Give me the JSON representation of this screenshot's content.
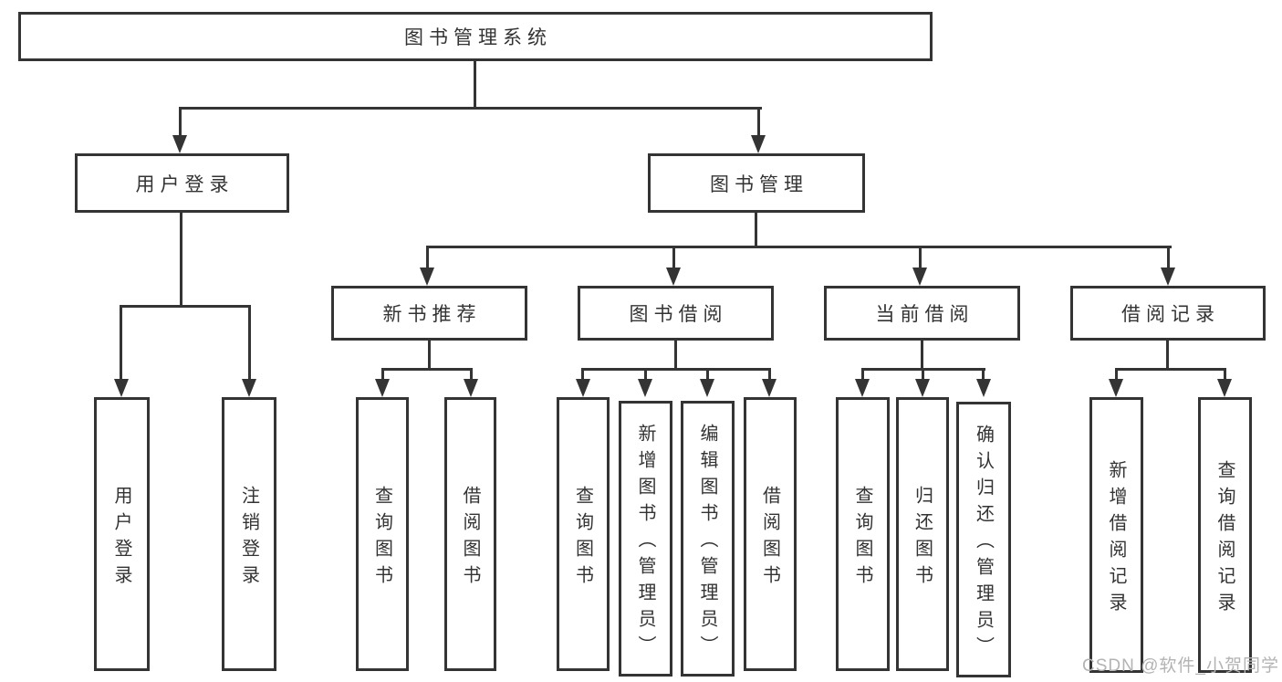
{
  "tree": {
    "root": {
      "label": "图书管理系统",
      "children": [
        {
          "label": "用户登录",
          "children": [
            {
              "label": "用户登录"
            },
            {
              "label": "注销登录"
            }
          ]
        },
        {
          "label": "图书管理",
          "children": [
            {
              "label": "新书推荐",
              "children": [
                {
                  "label": "查询图书"
                },
                {
                  "label": "借阅图书"
                }
              ]
            },
            {
              "label": "图书借阅",
              "children": [
                {
                  "label": "查询图书"
                },
                {
                  "label": "新增图书（管理员）"
                },
                {
                  "label": "编辑图书（管理员）"
                },
                {
                  "label": "借阅图书"
                }
              ]
            },
            {
              "label": "当前借阅",
              "children": [
                {
                  "label": "查询图书"
                },
                {
                  "label": "归还图书"
                },
                {
                  "label": "确认归还（管理员）"
                }
              ]
            },
            {
              "label": "借阅记录",
              "children": [
                {
                  "label": "新增借阅记录"
                },
                {
                  "label": "查询借阅记录"
                }
              ]
            }
          ]
        }
      ]
    }
  },
  "watermark": {
    "text": "CSDN @软件_小贺同学"
  },
  "colors": {
    "line": "#343434",
    "text": "#333333",
    "watermark": "#b3b3b3",
    "background": "#ffffff"
  }
}
